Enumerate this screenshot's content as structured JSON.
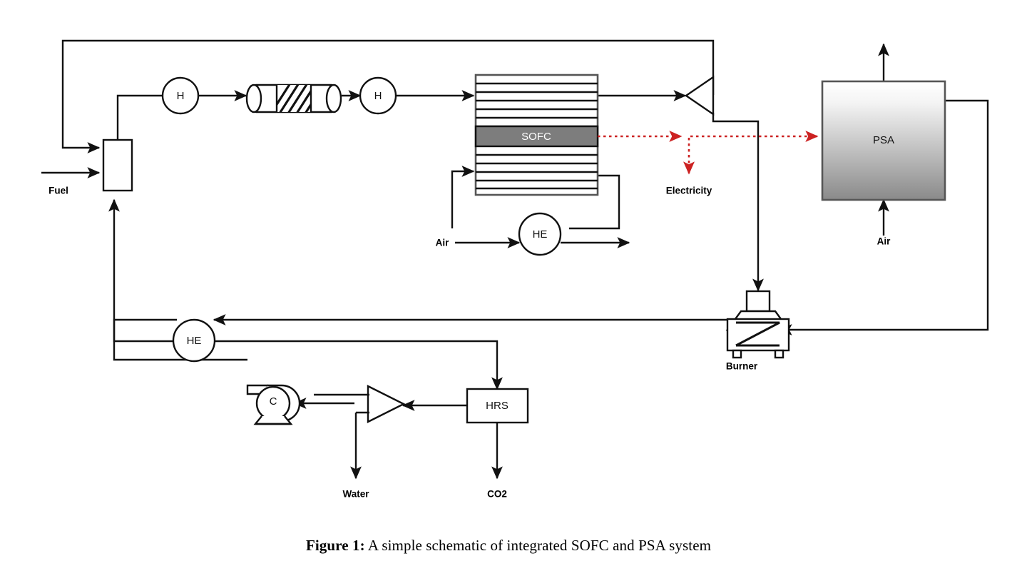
{
  "figure": {
    "caption_prefix": "Figure 1:",
    "caption_text": " A simple schematic of integrated SOFC and PSA system"
  },
  "colors": {
    "line": "#111111",
    "electricity": "#cc2222",
    "sofc_band": "#7d7d7d",
    "psa_gradient_top": "#ffffff",
    "psa_gradient_bottom": "#8a8a8a",
    "background": "#ffffff"
  },
  "units": {
    "mixer": {
      "label": ""
    },
    "preheater_1": {
      "label": "H"
    },
    "reformer": {
      "label": ""
    },
    "preheater_2": {
      "label": "H"
    },
    "sofc_stack": {
      "label": "SOFC"
    },
    "separator_top": {
      "label": ""
    },
    "psa": {
      "label": "PSA"
    },
    "burner": {
      "label": "Burner"
    },
    "heat_exchanger_air": {
      "label": "HE"
    },
    "heat_exchanger_exhaust": {
      "label": "HE"
    },
    "compressor": {
      "label": "C"
    },
    "hrs": {
      "label": "HRS"
    },
    "separator_water": {
      "label": ""
    }
  },
  "streams": {
    "fuel": "Fuel",
    "air_sofc": "Air",
    "air_psa": "Air",
    "electricity": "Electricity",
    "water": "Water",
    "co2": "CO2"
  }
}
